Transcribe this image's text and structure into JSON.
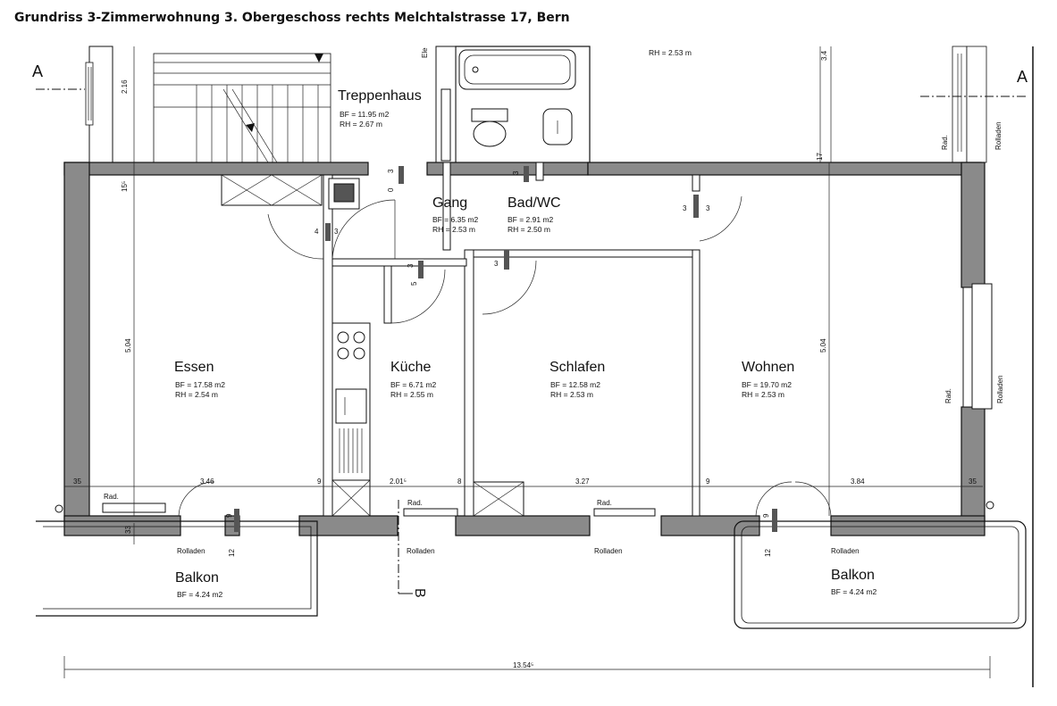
{
  "title": "Grundriss 3-Zimmerwohnung 3. Obergeschoss rechts Melchtalstrasse 17, Bern",
  "rooms": {
    "treppenhaus": {
      "name": "Treppenhaus",
      "bf": "BF = 11.95 m2",
      "rh": "RH = 2.67 m"
    },
    "gang": {
      "name": "Gang",
      "bf": "BF = 6.35 m2",
      "rh": "RH = 2.53 m"
    },
    "bad": {
      "name": "Bad/WC",
      "bf": "BF = 2.91 m2",
      "rh": "RH = 2.50 m"
    },
    "essen": {
      "name": "Essen",
      "bf": "BF = 17.58 m2",
      "rh": "RH = 2.54 m"
    },
    "kueche": {
      "name": "Küche",
      "bf": "BF = 6.71 m2",
      "rh": "RH = 2.55 m"
    },
    "schlafen": {
      "name": "Schlafen",
      "bf": "BF = 12.58 m2",
      "rh": "RH = 2.53 m"
    },
    "wohnen": {
      "name": "Wohnen",
      "bf": "BF = 19.70 m2",
      "rh": "RH = 2.53 m"
    },
    "balkon_left": {
      "name": "Balkon",
      "bf": "BF = 4.24 m2"
    },
    "balkon_right": {
      "name": "Balkon",
      "bf": "BF = 4.24 m2"
    }
  },
  "top_rh": "RH = 2.53 m",
  "labels": {
    "rad": "Rad.",
    "rolladen": "Rolladen",
    "section_a": "A",
    "section_b": "B",
    "ele": "Ele"
  },
  "dimensions": {
    "d_216": "2.16",
    "d_34": "3.4",
    "d_15": "15⁵",
    "d_17": "17",
    "d_504_left": "5.04",
    "d_504_right": "5.04",
    "d_35_left": "35",
    "d_346": "3.46",
    "d_9_a": "9",
    "d_201": "2.01⁵",
    "d_8": "8",
    "d_327": "3.27",
    "d_9_b": "9",
    "d_384": "3.84",
    "d_35_right": "35",
    "d_33": "33",
    "d_12_left": "12",
    "d_12_right": "12",
    "d_1354": "13.54⁵",
    "d_3_a": "3",
    "d_0": "0",
    "d_4": "4",
    "d_3_b": "3",
    "d_3_c": "3",
    "d_5": "5",
    "d_3_d": "3",
    "d_3_e": "3",
    "d_3_f": "3",
    "d_3_g": "3",
    "d_9_c": "9",
    "d_9_d": "9"
  }
}
